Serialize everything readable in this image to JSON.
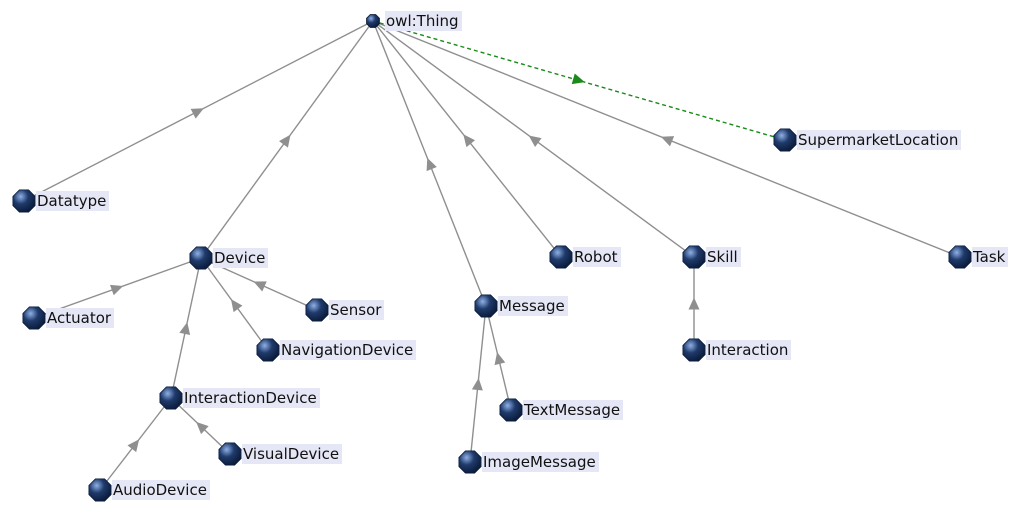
{
  "colors": {
    "node_fill": "#1f3a6b",
    "label_bg": "#e5e6f6",
    "edge": "#8f8f8f",
    "dashed_edge": "#1a8a1a"
  },
  "icons": {
    "node": "octagon-class-icon"
  },
  "nodes": [
    {
      "id": "owl_thing",
      "label": "owl:Thing"
    },
    {
      "id": "datatype",
      "label": "Datatype"
    },
    {
      "id": "device",
      "label": "Device"
    },
    {
      "id": "actuator",
      "label": "Actuator"
    },
    {
      "id": "sensor",
      "label": "Sensor"
    },
    {
      "id": "navigation_device",
      "label": "NavigationDevice"
    },
    {
      "id": "interaction_device",
      "label": "InteractionDevice"
    },
    {
      "id": "visual_device",
      "label": "VisualDevice"
    },
    {
      "id": "audio_device",
      "label": "AudioDevice"
    },
    {
      "id": "message",
      "label": "Message"
    },
    {
      "id": "text_message",
      "label": "TextMessage"
    },
    {
      "id": "image_message",
      "label": "ImageMessage"
    },
    {
      "id": "robot",
      "label": "Robot"
    },
    {
      "id": "skill",
      "label": "Skill"
    },
    {
      "id": "interaction",
      "label": "Interaction"
    },
    {
      "id": "task",
      "label": "Task"
    },
    {
      "id": "supermarket_location",
      "label": "SupermarketLocation"
    }
  ],
  "edges": [
    {
      "from": "datatype",
      "to": "owl_thing",
      "style": "solid"
    },
    {
      "from": "device",
      "to": "owl_thing",
      "style": "solid"
    },
    {
      "from": "message",
      "to": "owl_thing",
      "style": "solid"
    },
    {
      "from": "robot",
      "to": "owl_thing",
      "style": "solid"
    },
    {
      "from": "skill",
      "to": "owl_thing",
      "style": "solid"
    },
    {
      "from": "task",
      "to": "owl_thing",
      "style": "solid"
    },
    {
      "from": "owl_thing",
      "to": "supermarket_location",
      "style": "dashed"
    },
    {
      "from": "actuator",
      "to": "device",
      "style": "solid"
    },
    {
      "from": "sensor",
      "to": "device",
      "style": "solid"
    },
    {
      "from": "navigation_device",
      "to": "device",
      "style": "solid"
    },
    {
      "from": "interaction_device",
      "to": "device",
      "style": "solid"
    },
    {
      "from": "visual_device",
      "to": "interaction_device",
      "style": "solid"
    },
    {
      "from": "audio_device",
      "to": "interaction_device",
      "style": "solid"
    },
    {
      "from": "text_message",
      "to": "message",
      "style": "solid"
    },
    {
      "from": "image_message",
      "to": "message",
      "style": "solid"
    },
    {
      "from": "interaction",
      "to": "skill",
      "style": "solid"
    }
  ]
}
